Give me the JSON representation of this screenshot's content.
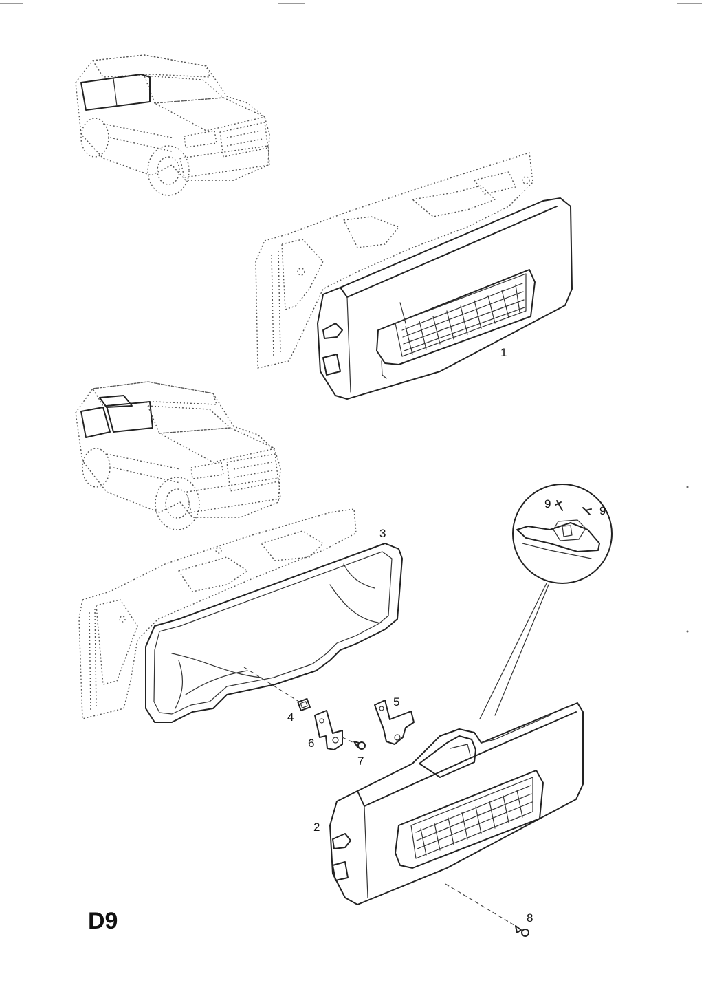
{
  "page_code": "D9",
  "callouts": {
    "c1": "1",
    "c2": "2",
    "c3": "3",
    "c4": "4",
    "c5": "5",
    "c6": "6",
    "c7": "7",
    "c8": "8",
    "c9a": "9",
    "c9b": "9"
  }
}
